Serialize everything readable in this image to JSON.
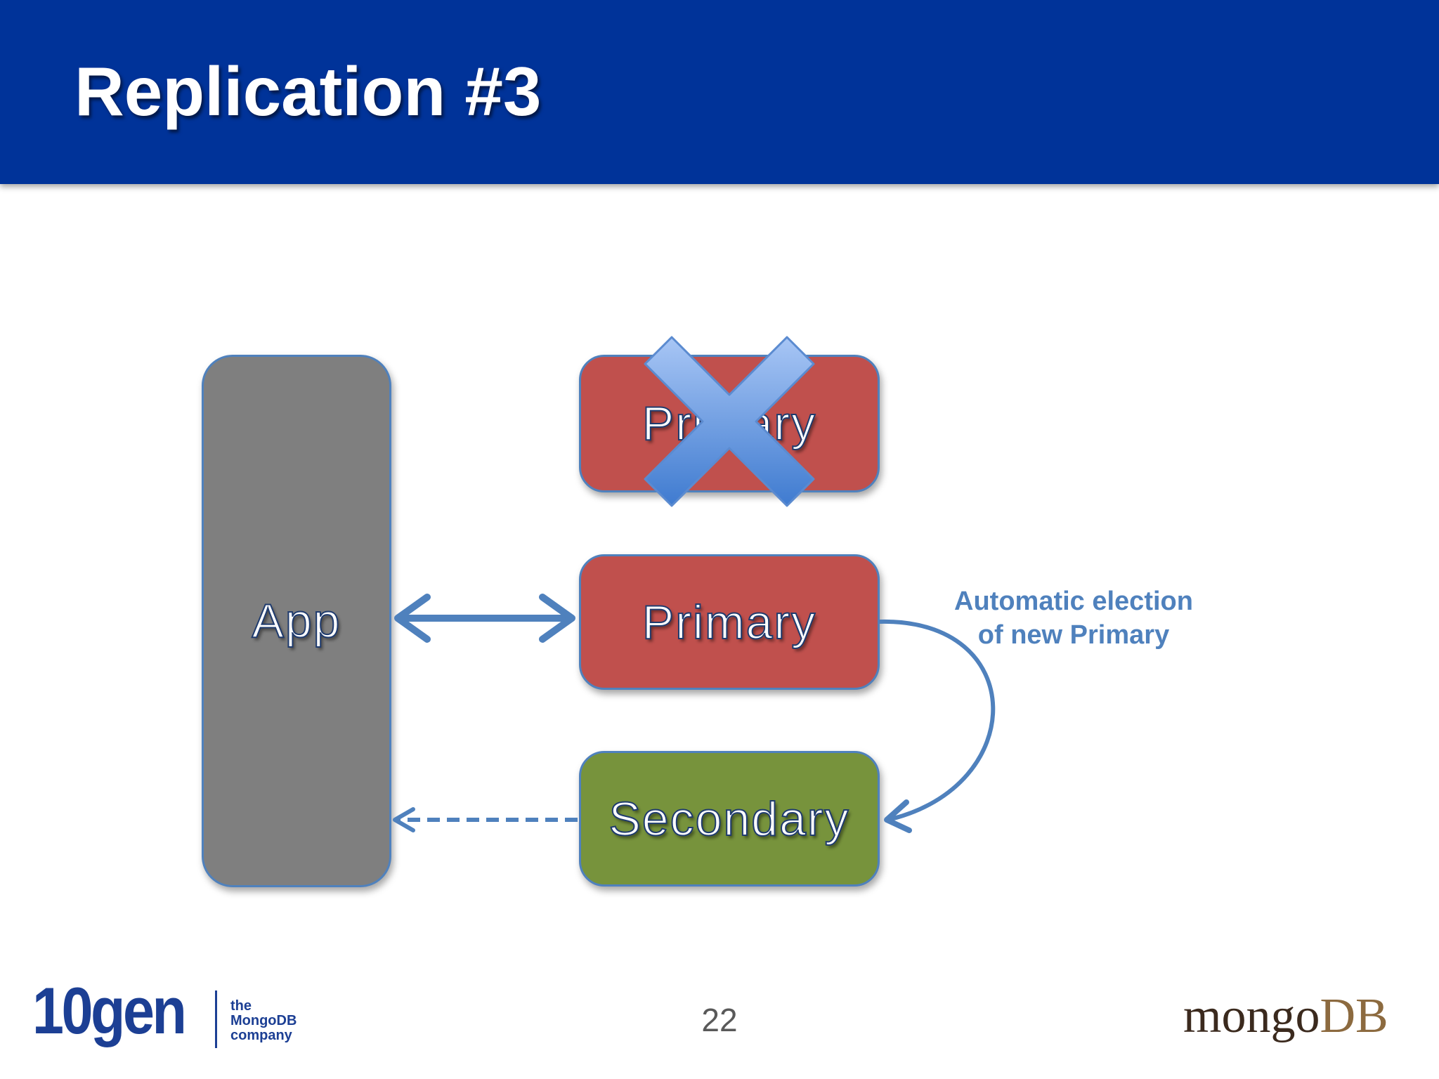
{
  "slide": {
    "title": "Replication #3",
    "page_number": "22"
  },
  "diagram": {
    "app_label": "App",
    "failed_node_label": "Primary",
    "primary_label": "Primary",
    "secondary_label": "Secondary",
    "annotation_line1": "Automatic election",
    "annotation_line2": "of new Primary"
  },
  "footer": {
    "left_logo_name": "10gen",
    "left_logo_tagline_1": "the",
    "left_logo_tagline_2": "MongoDB",
    "left_logo_tagline_3": "company",
    "right_logo_part1": "mongo",
    "right_logo_part2": "DB"
  },
  "colors": {
    "header_blue": "#003399",
    "app_gray": "#7f7f7f",
    "primary_red": "#c0504d",
    "secondary_green": "#77933c",
    "arrow_blue": "#4f81bd"
  },
  "icons": {
    "failure_marker": "x-cross-icon"
  }
}
